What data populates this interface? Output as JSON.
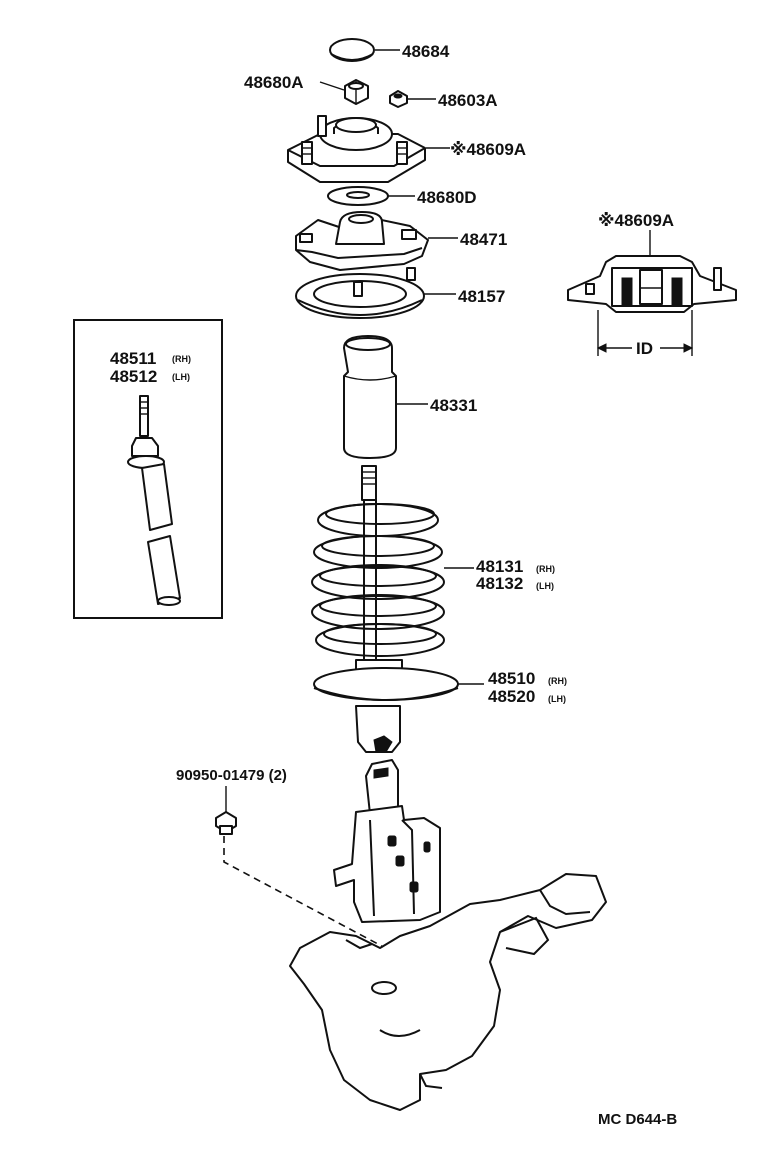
{
  "parts": {
    "cap": "48684",
    "nut_upper": "48680A",
    "nut_small": "48603A",
    "support_marked": "※48609A",
    "washer": "48680D",
    "upper_seat": "48471",
    "insulator": "48157",
    "bumper": "48331",
    "spring_rh": "48131",
    "spring_lh": "48132",
    "strut_rh": "48510",
    "strut_lh": "48520",
    "cartridge_rh": "48511",
    "cartridge_lh": "48512",
    "bolt": "90950-01479 (2)"
  },
  "suffix": {
    "rh": "(RH)",
    "lh": "(LH)"
  },
  "detail": {
    "label": "※48609A",
    "dimension": "ID"
  },
  "diagram_code": "MC  D644-B"
}
